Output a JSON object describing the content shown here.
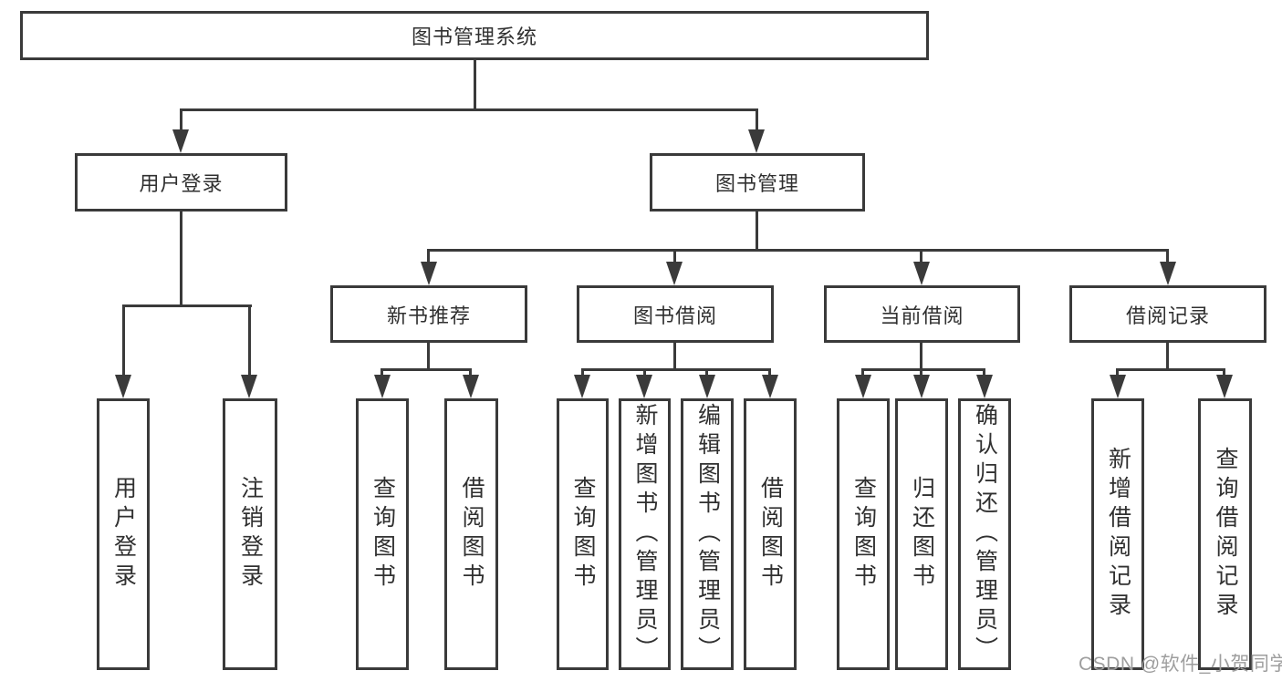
{
  "colors": {
    "line": "#3a3a3a",
    "text": "#303030",
    "box_bg": "#ffffff",
    "watermark": "#9e9e9e"
  },
  "watermark": {
    "text": "CSDN @软件_小贺同学"
  },
  "tree": {
    "root": {
      "label": "图书管理系统"
    },
    "level2": [
      {
        "label": "用户登录",
        "children": [
          {
            "label": "用户登录"
          },
          {
            "label": "注销登录"
          }
        ]
      },
      {
        "label": "图书管理",
        "children": [
          {
            "label": "新书推荐",
            "children": [
              {
                "label": "查询图书"
              },
              {
                "label": "借阅图书"
              }
            ]
          },
          {
            "label": "图书借阅",
            "children": [
              {
                "label": "查询图书"
              },
              {
                "label": "新增图书（管理员）"
              },
              {
                "label": "编辑图书（管理员）"
              },
              {
                "label": "借阅图书"
              }
            ]
          },
          {
            "label": "当前借阅",
            "children": [
              {
                "label": "查询图书"
              },
              {
                "label": "归还图书"
              },
              {
                "label": "确认归还（管理员）"
              }
            ]
          },
          {
            "label": "借阅记录",
            "children": [
              {
                "label": "新增借阅记录"
              },
              {
                "label": "查询借阅记录"
              }
            ]
          }
        ]
      }
    ]
  }
}
